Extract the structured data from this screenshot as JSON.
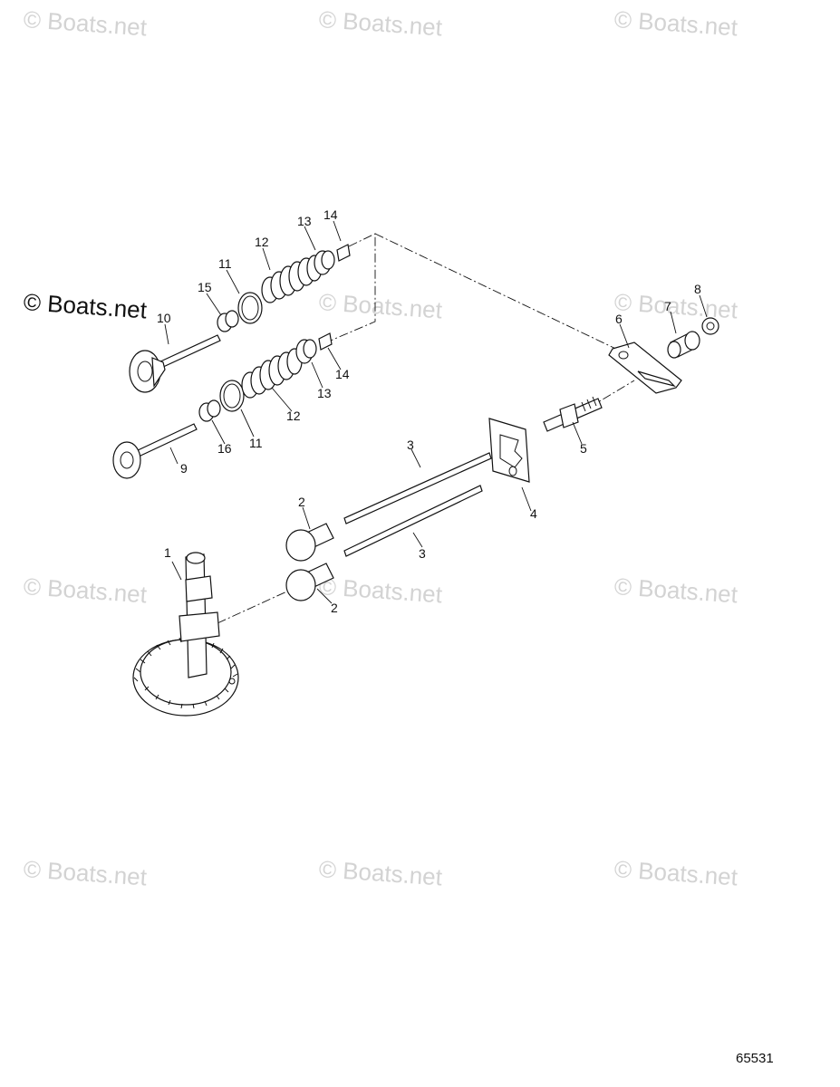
{
  "watermark": "© Boats.net",
  "diagram_code": "65531",
  "callouts": {
    "c1": "1",
    "c2a": "2",
    "c2b": "2",
    "c3a": "3",
    "c3b": "3",
    "c4": "4",
    "c5": "5",
    "c6": "6",
    "c7": "7",
    "c8": "8",
    "c9": "9",
    "c10": "10",
    "c11a": "11",
    "c11b": "11",
    "c12a": "12",
    "c12b": "12",
    "c13a": "13",
    "c13b": "13",
    "c14a": "14",
    "c14b": "14",
    "c15": "15",
    "c16": "16"
  }
}
